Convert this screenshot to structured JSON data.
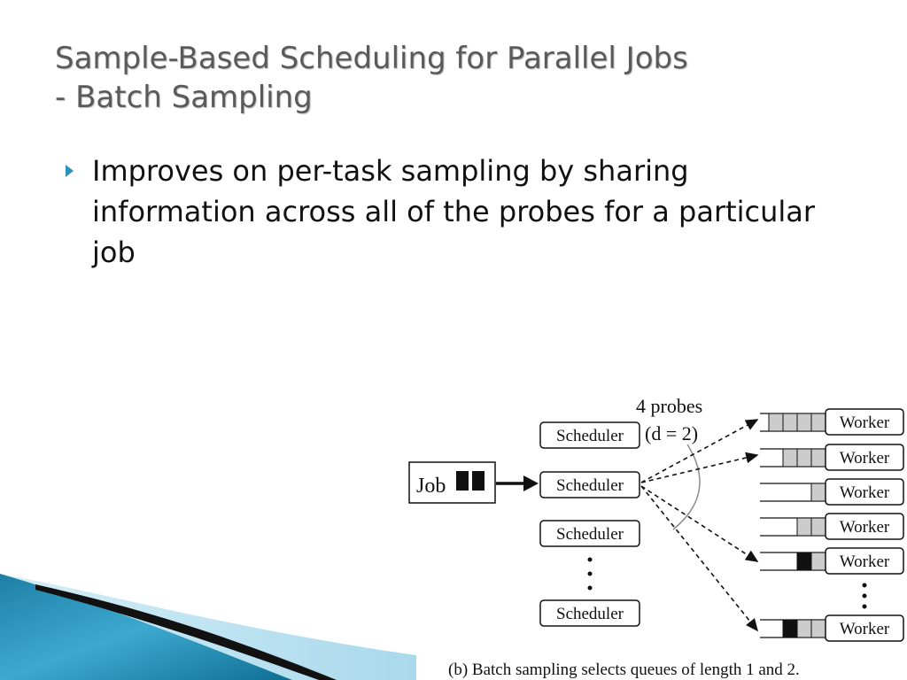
{
  "title": {
    "line1": "Sample-Based Scheduling for Parallel Jobs",
    "line2": "- Batch Sampling"
  },
  "bullet": {
    "text": "Improves on per-task sampling by sharing information across all of the probes for a particular job"
  },
  "diagram": {
    "job_label": "Job",
    "scheduler_label": "Scheduler",
    "worker_label": "Worker",
    "probes_line1": "4 probes",
    "probes_line2": "(d = 2)",
    "caption": "(b)  Batch sampling selects queues of length 1 and 2."
  },
  "colors": {
    "title": "#5a5a5a",
    "bullet_marker": "#2e93b8",
    "swoosh_dark": "#0f6f93",
    "swoosh_light": "#9fd5ea"
  }
}
